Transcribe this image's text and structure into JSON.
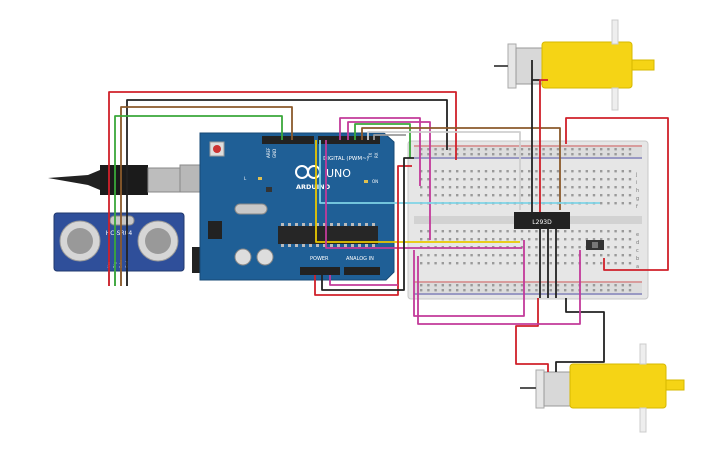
{
  "components": {
    "arduino": {
      "brand": "ARDUINO",
      "model": "UNO",
      "digital_label": "DIGITAL (PWM~)",
      "power_label": "POWER",
      "analog_label": "ANALOG IN",
      "on_label": "ON",
      "tx_label": "TX",
      "rx_label": "RX",
      "l_label": "L",
      "aref_label": "AREF",
      "gnd_label": "GND",
      "board_color": "#1f5f96"
    },
    "sensor": {
      "label": "HC-SR04",
      "pins": [
        "Vcc",
        "Trig",
        "Echo",
        "Gnd"
      ],
      "board_color": "#2f4f9a"
    },
    "driver": {
      "label": "L293D"
    },
    "breadboard": {
      "top_rail_letters": [
        "j",
        "i",
        "h",
        "g",
        "f"
      ],
      "bottom_rail_letters": [
        "e",
        "d",
        "c",
        "b",
        "a"
      ]
    },
    "motors": {
      "count": 2,
      "color": "#f5d415"
    }
  },
  "wire_colors": {
    "red": "#d0202a",
    "black": "#222222",
    "brown": "#8b5a2b",
    "green": "#3aa83a",
    "magenta": "#c23a9a",
    "yellow": "#e8c800",
    "cyan": "#7fd3e6",
    "white": "#e8e8e8",
    "gray": "#9a9a9a"
  }
}
